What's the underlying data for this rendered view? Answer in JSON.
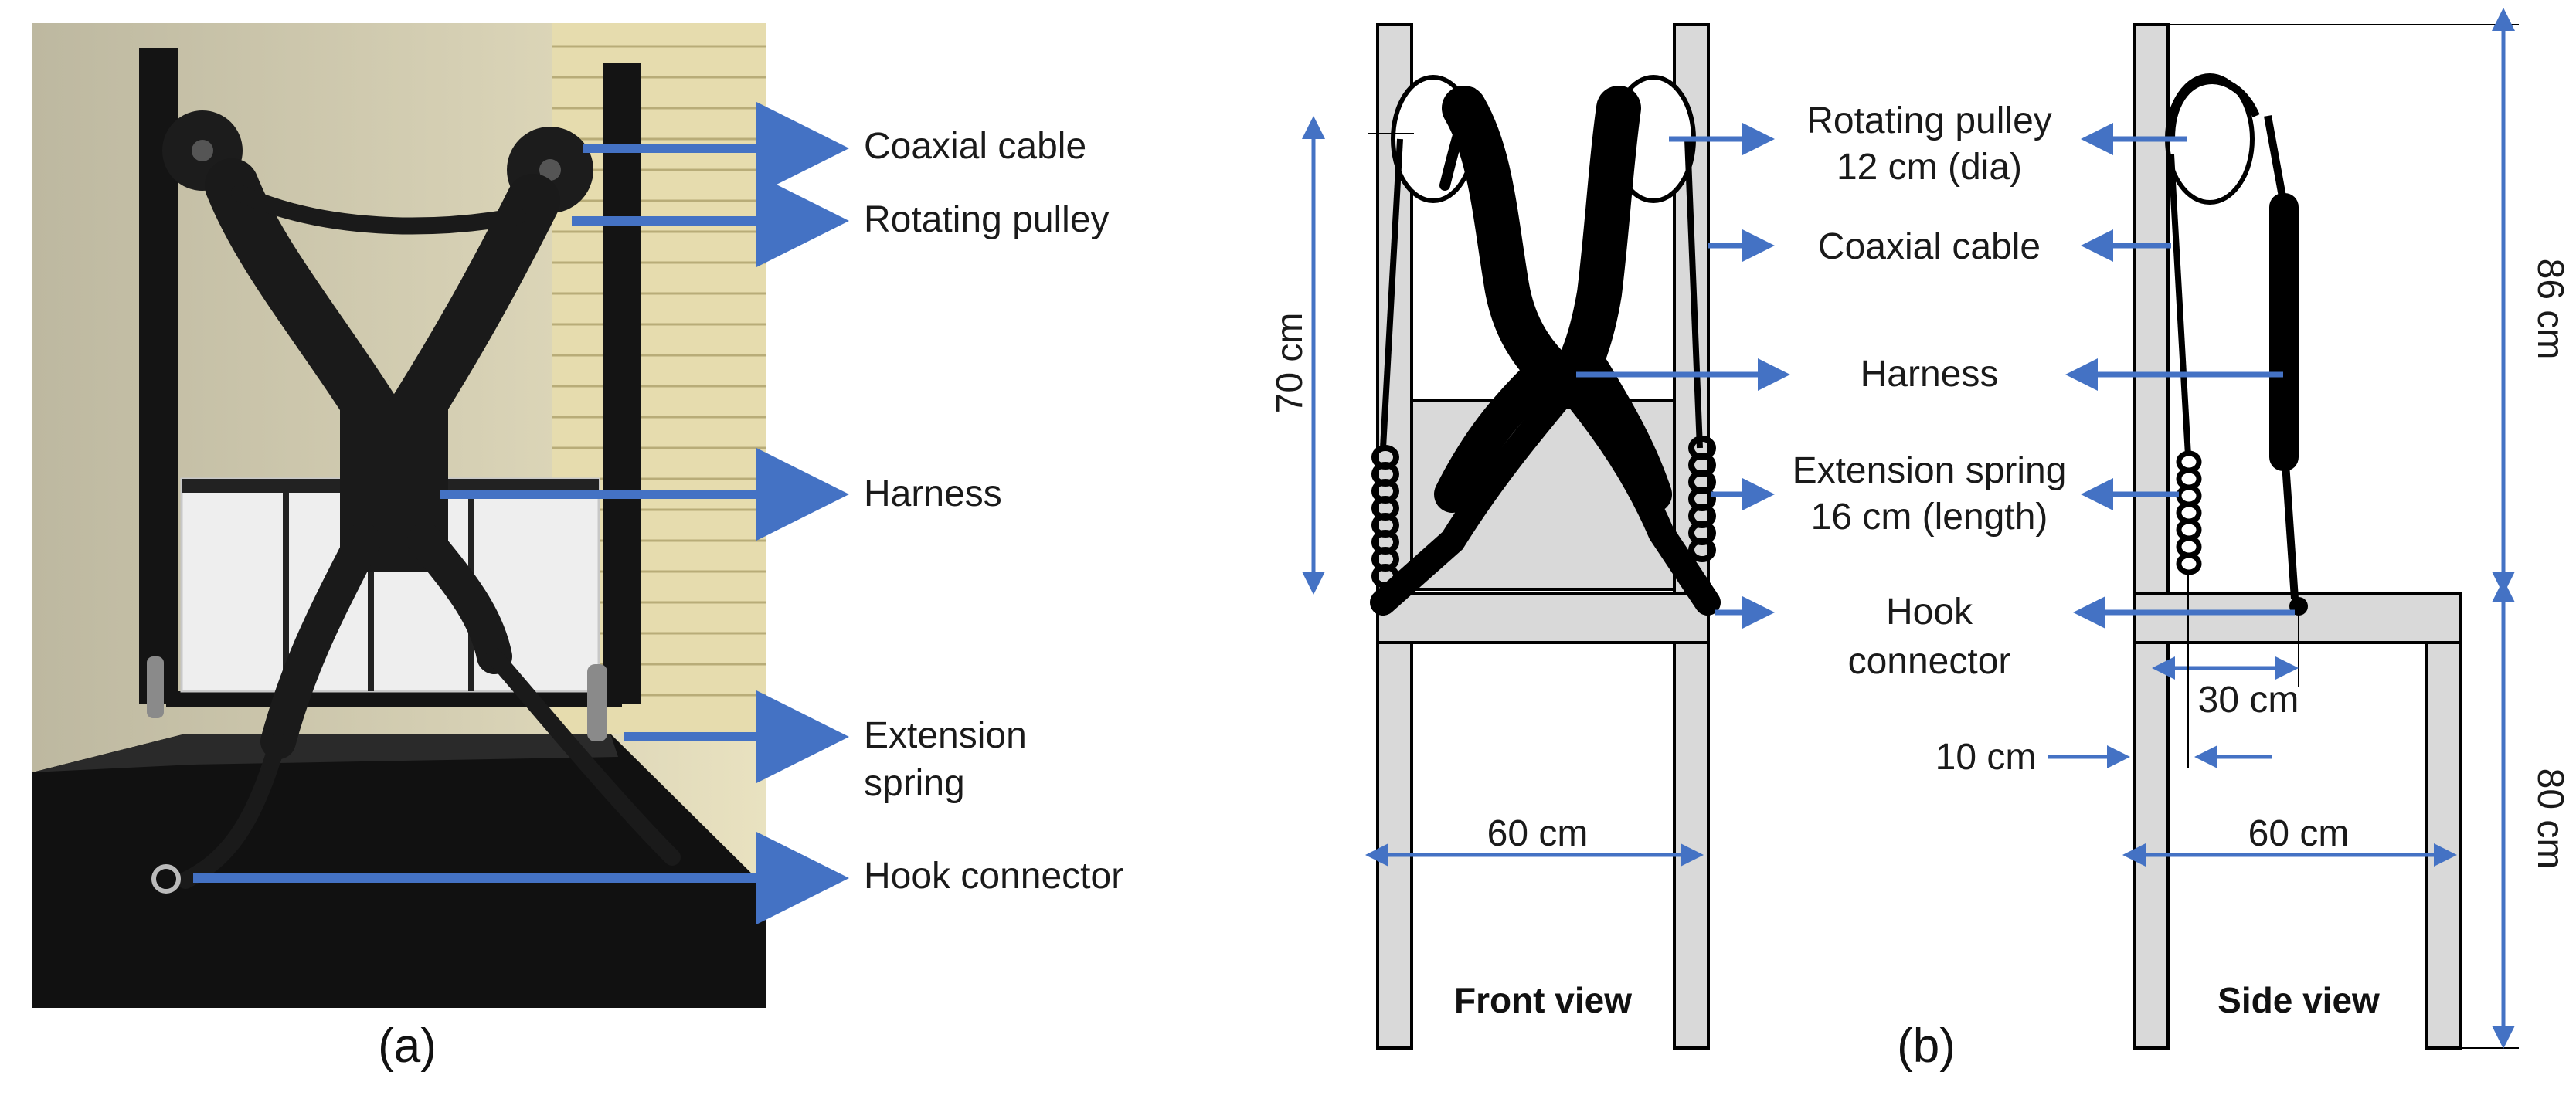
{
  "colors": {
    "arrow": "#4472c4",
    "frame_fill": "#d9d9d9",
    "frame_stroke": "#000000",
    "harness": "#000000",
    "photo_bg": "#c9c2a7"
  },
  "photo": {
    "caption": "(a)",
    "labels": {
      "coaxial_cable": "Coaxial cable",
      "rotating_pulley": "Rotating pulley",
      "harness": "Harness",
      "extension_spring": [
        "Extension",
        "spring"
      ],
      "hook_connector": "Hook connector"
    }
  },
  "diagram": {
    "caption": "(b)",
    "front_view_title": "Front view",
    "side_view_title": "Side view",
    "labels": {
      "rotating_pulley": [
        "Rotating pulley",
        "12 cm (dia)"
      ],
      "coaxial_cable": "Coaxial cable",
      "harness": "Harness",
      "extension_spring": [
        "Extension spring",
        "16 cm (length)"
      ],
      "hook_connector": [
        "Hook",
        "connector"
      ]
    },
    "dimensions": {
      "harness_height": "70 cm",
      "front_width": "60 cm",
      "upper_height": "86 cm",
      "leg_height": "80 cm",
      "side_width": "60 cm",
      "spring_offset": "30 cm",
      "leg_width": "10 cm"
    }
  }
}
